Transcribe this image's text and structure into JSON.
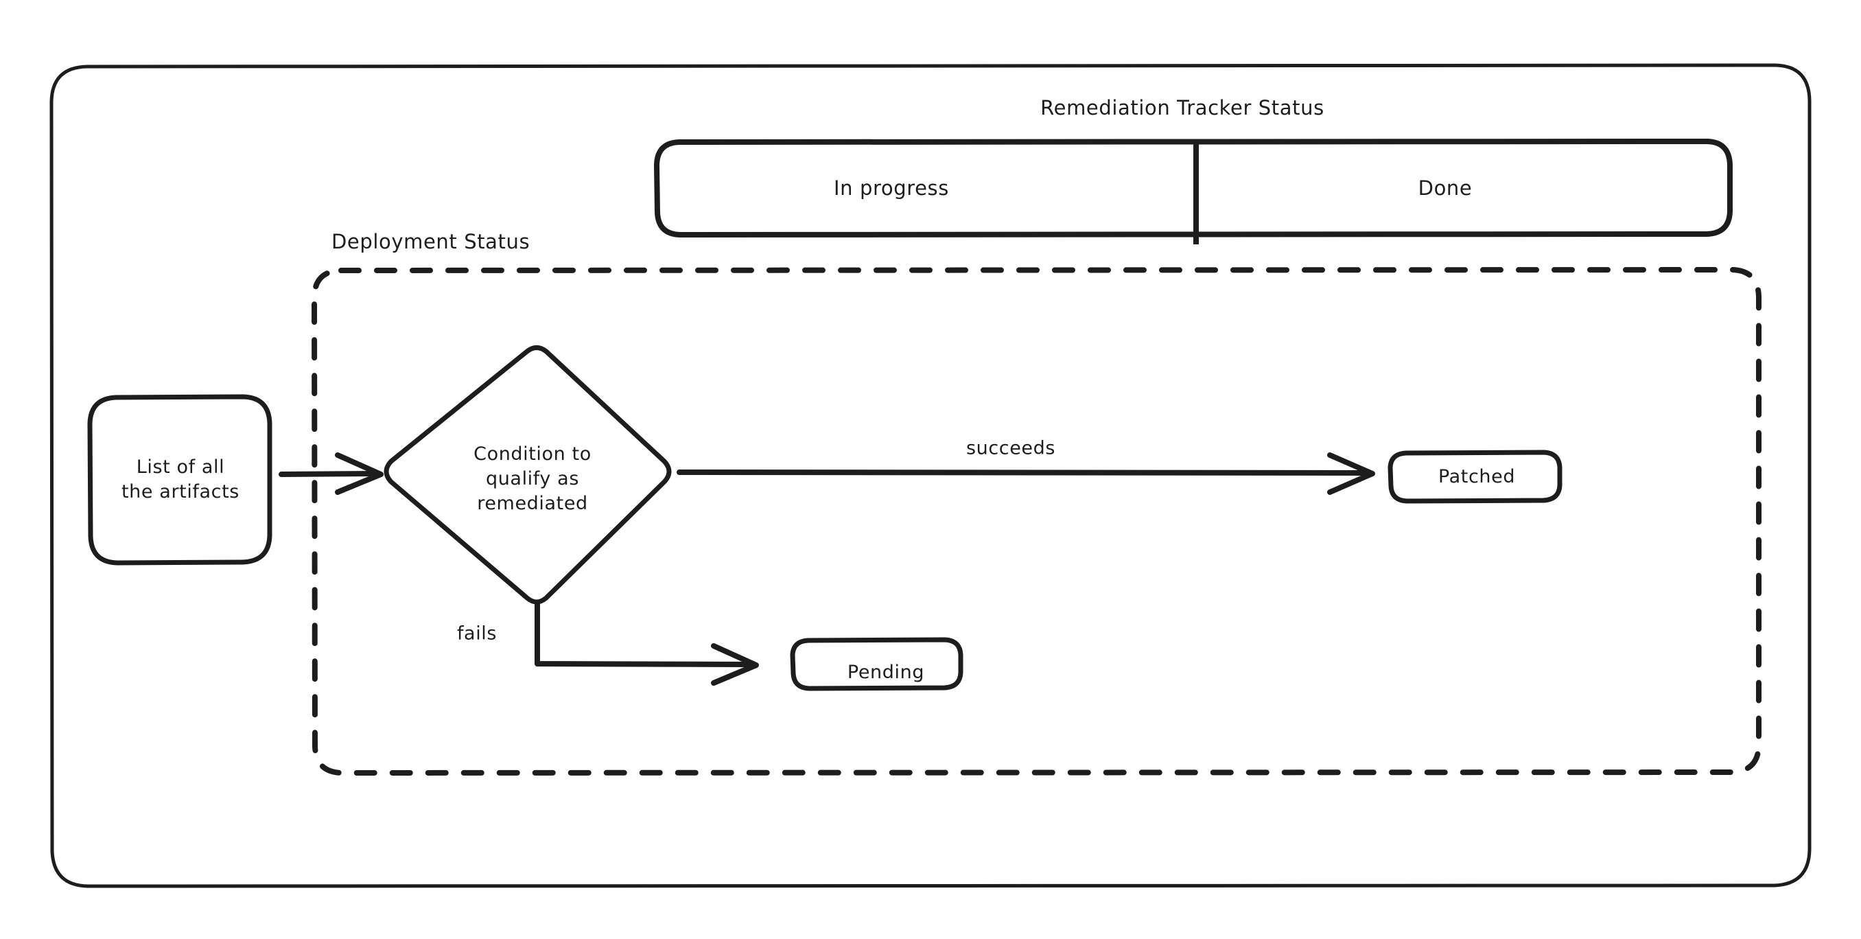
{
  "diagram": {
    "type": "flowchart",
    "style": "hand-drawn",
    "background_color": "#ffffff",
    "stroke_color": "#1d1d1d",
    "outer_frame": {
      "name": "outer-frame",
      "label": ""
    },
    "swimlane_group": {
      "title": "Remediation Tracker Status",
      "lanes": [
        {
          "label": "In progress"
        },
        {
          "label": "Done"
        }
      ]
    },
    "dashed_group": {
      "title": "Deployment Status"
    },
    "nodes": [
      {
        "id": "artifacts",
        "label": "List of all\nthe artifacts",
        "shape": "rounded-rect",
        "line1": "List of all",
        "line2": "the artifacts"
      },
      {
        "id": "condition",
        "label": "Condition to\nqualify as\nremediated",
        "shape": "diamond",
        "line1": "Condition to",
        "line2": "qualify as",
        "line3": "remediated"
      },
      {
        "id": "patched",
        "label": "Patched",
        "shape": "rounded-rect"
      },
      {
        "id": "pending",
        "label": "Pending",
        "shape": "rounded-rect"
      }
    ],
    "edges": [
      {
        "from": "artifacts",
        "to": "condition",
        "label": ""
      },
      {
        "from": "condition",
        "to": "patched",
        "label": "succeeds"
      },
      {
        "from": "condition",
        "to": "pending",
        "label": "fails"
      }
    ]
  }
}
